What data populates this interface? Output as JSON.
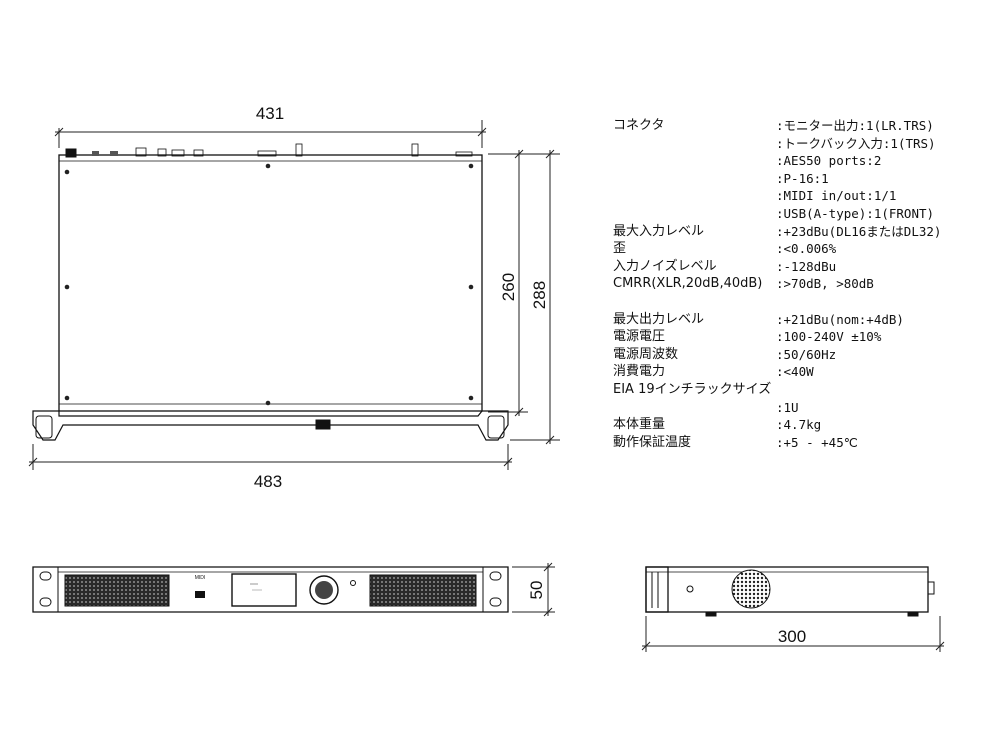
{
  "dimensions": {
    "top_width": "431",
    "depth_inner": "260",
    "depth_outer": "288",
    "overall_width": "483",
    "height": "50",
    "side_depth": "300"
  },
  "front_panel": {
    "usb_label": "MIDI"
  },
  "specs": [
    {
      "label": "コネクタ",
      "value": ":モニター出力:1(LR.TRS)"
    },
    {
      "label": "",
      "value": ":トークバック入力:1(TRS)"
    },
    {
      "label": "",
      "value": ":AES50 ports:2"
    },
    {
      "label": "",
      "value": ":P-16:1"
    },
    {
      "label": "",
      "value": ":MIDI in/out:1/1"
    },
    {
      "label": "",
      "value": ":USB(A-type):1(FRONT)"
    },
    {
      "label": "最大入力レベル",
      "value": ":+23dBu(DL16またはDL32)"
    },
    {
      "label": "歪",
      "value": ":<0.006%"
    },
    {
      "label": "入力ノイズレベル",
      "value": ":-128dBu"
    },
    {
      "label": "CMRR(XLR,20dB,40dB)",
      "value": ":>70dB, >80dB"
    },
    {
      "gap": true
    },
    {
      "label": "最大出力レベル",
      "value": ":+21dBu(nom:+4dB)"
    },
    {
      "label": "電源電圧",
      "value": ":100-240V ±10%"
    },
    {
      "label": "電源周波数",
      "value": ":50/60Hz"
    },
    {
      "label": "消費電力",
      "value": ":<40W"
    },
    {
      "label": "EIA 19インチラックサイズ",
      "value": ""
    },
    {
      "label": "",
      "value": ":1U"
    },
    {
      "label": "本体重量",
      "value": ":4.7kg"
    },
    {
      "label": "動作保証温度",
      "value": ":+5 - +45℃"
    }
  ]
}
